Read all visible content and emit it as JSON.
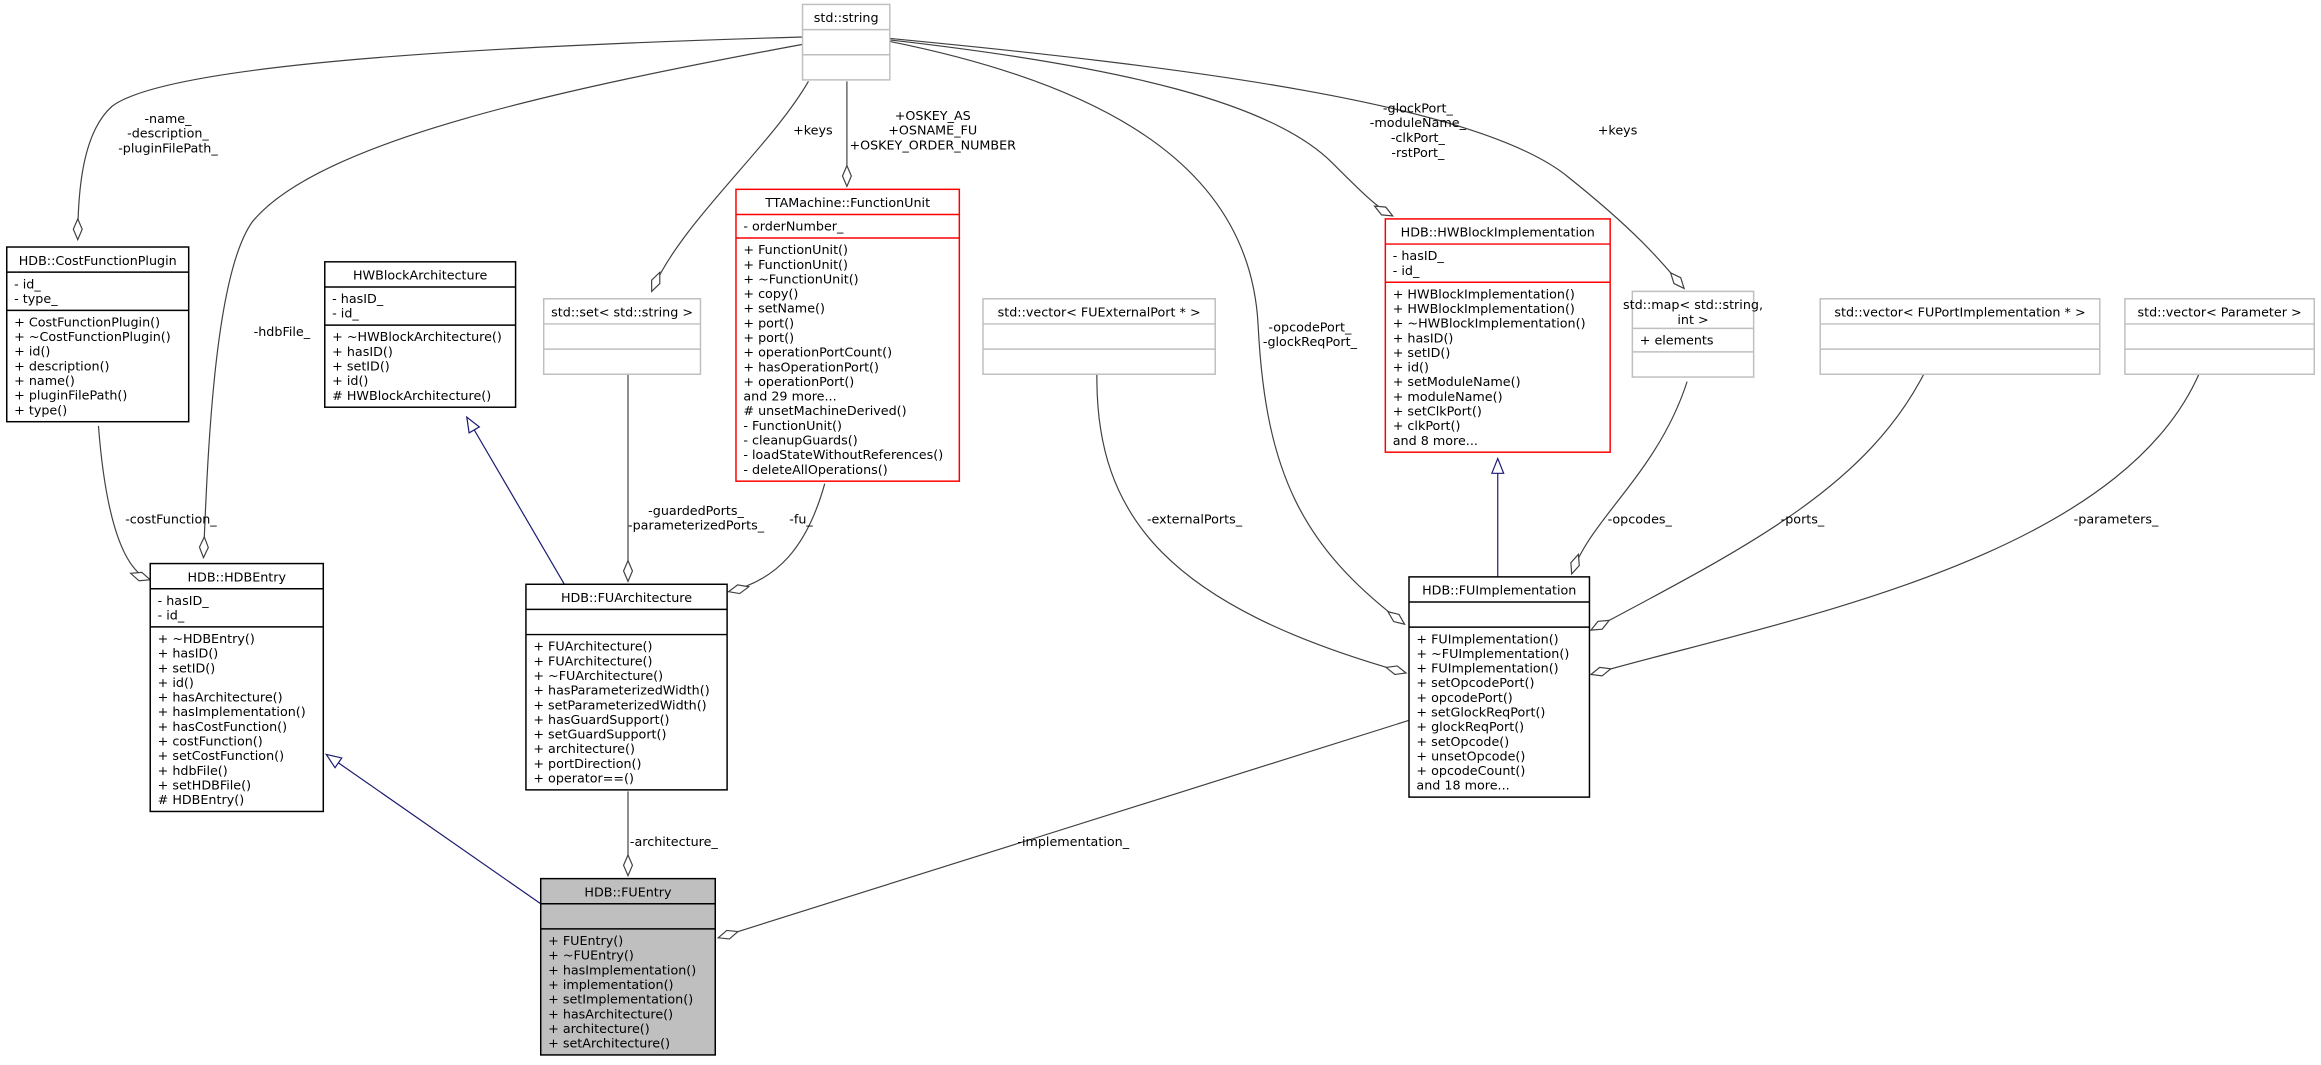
{
  "diagram": {
    "colors": {
      "focus_fill": "#bfbfbf",
      "undocumented_border": "#bfbfbf",
      "truncated_border": "#ff0000",
      "inheritance_edge": "#191970",
      "usage_edge": "#404040"
    },
    "classes": [
      {
        "id": "string",
        "name": "std::string",
        "attributes": [],
        "methods": []
      },
      {
        "id": "costfn",
        "name": "HDB::CostFunctionPlugin",
        "attributes": [
          "- id_",
          "- type_"
        ],
        "methods": [
          "+ CostFunctionPlugin()",
          "+ ~CostFunctionPlugin()",
          "+ id()",
          "+ description()",
          "+ name()",
          "+ pluginFilePath()",
          "+ type()"
        ]
      },
      {
        "id": "hwarch",
        "name": "HWBlockArchitecture",
        "attributes": [
          "- hasID_",
          "- id_"
        ],
        "methods": [
          "+ ~HWBlockArchitecture()",
          "+ hasID()",
          "+ setID()",
          "+ id()",
          "# HWBlockArchitecture()"
        ]
      },
      {
        "id": "set",
        "name": "std::set< std::string >",
        "attributes": [],
        "methods": []
      },
      {
        "id": "fu",
        "name": "TTAMachine::FunctionUnit",
        "attributes": [
          "- orderNumber_"
        ],
        "methods": [
          "+ FunctionUnit()",
          "+ FunctionUnit()",
          "+ ~FunctionUnit()",
          "+ copy()",
          "+ setName()",
          "+ port()",
          "+ port()",
          "+ operationPortCount()",
          "+ hasOperationPort()",
          "+ operationPort()",
          "and 29 more...",
          "# unsetMachineDerived()",
          "- FunctionUnit()",
          "- cleanupGuards()",
          "- loadStateWithoutReferences()",
          "- deleteAllOperations()"
        ]
      },
      {
        "id": "vecext",
        "name": "std::vector< FUExternalPort * >",
        "attributes": [],
        "methods": []
      },
      {
        "id": "hwimpl",
        "name": "HDB::HWBlockImplementation",
        "attributes": [
          "- hasID_",
          "- id_"
        ],
        "methods": [
          "+ HWBlockImplementation()",
          "+ HWBlockImplementation()",
          "+ ~HWBlockImplementation()",
          "+ hasID()",
          "+ setID()",
          "+ id()",
          "+ setModuleName()",
          "+ moduleName()",
          "+ setClkPort()",
          "+ clkPort()",
          "and 8 more..."
        ]
      },
      {
        "id": "map",
        "name": "std::map< std::string,",
        "name2": "int >",
        "attributes": [
          "+ elements"
        ],
        "methods": []
      },
      {
        "id": "vecport",
        "name": "std::vector< FUPortImplementation * >",
        "attributes": [],
        "methods": []
      },
      {
        "id": "vecparam",
        "name": "std::vector< Parameter >",
        "attributes": [],
        "methods": []
      },
      {
        "id": "hdbentry",
        "name": "HDB::HDBEntry",
        "attributes": [
          "- hasID_",
          "- id_"
        ],
        "methods": [
          "+ ~HDBEntry()",
          "+ hasID()",
          "+ setID()",
          "+ id()",
          "+ hasArchitecture()",
          "+ hasImplementation()",
          "+ hasCostFunction()",
          "+ costFunction()",
          "+ setCostFunction()",
          "+ hdbFile()",
          "+ setHDBFile()",
          "# HDBEntry()"
        ]
      },
      {
        "id": "fuarch",
        "name": "HDB::FUArchitecture",
        "attributes": [],
        "methods": [
          "+ FUArchitecture()",
          "+ FUArchitecture()",
          "+ ~FUArchitecture()",
          "+ hasParameterizedWidth()",
          "+ setParameterizedWidth()",
          "+ hasGuardSupport()",
          "+ setGuardSupport()",
          "+ architecture()",
          "+ portDirection()",
          "+ operator==()"
        ]
      },
      {
        "id": "fuimpl",
        "name": "HDB::FUImplementation",
        "attributes": [],
        "methods": [
          "+ FUImplementation()",
          "+ ~FUImplementation()",
          "+ FUImplementation()",
          "+ setOpcodePort()",
          "+ opcodePort()",
          "+ setGlockReqPort()",
          "+ glockReqPort()",
          "+ setOpcode()",
          "+ unsetOpcode()",
          "+ opcodeCount()",
          "and 18 more..."
        ]
      },
      {
        "id": "fuentry",
        "name": "HDB::FUEntry",
        "attributes": [],
        "methods": [
          "+ FUEntry()",
          "+ ~FUEntry()",
          "+ hasImplementation()",
          "+ implementation()",
          "+ setImplementation()",
          "+ hasArchitecture()",
          "+ architecture()",
          "+ setArchitecture()"
        ]
      }
    ],
    "edges": [
      {
        "id": "e-costfn-names",
        "kind": "usage",
        "labels": [
          "-name_",
          "-description_",
          "-pluginFilePath_"
        ]
      },
      {
        "id": "e-hdbfile",
        "kind": "usage",
        "labels": [
          "-hdbFile_"
        ]
      },
      {
        "id": "e-set-keys",
        "kind": "usage",
        "labels": [
          "+keys"
        ]
      },
      {
        "id": "e-fu-keys",
        "kind": "usage",
        "labels": [
          "+OSKEY_AS",
          "+OSNAME_FU",
          "+OSKEY_ORDER_NUMBER"
        ]
      },
      {
        "id": "e-opcodeport",
        "kind": "usage",
        "labels": [
          "-opcodePort_",
          "-glockReqPort_"
        ]
      },
      {
        "id": "e-hwimpl-ports",
        "kind": "usage",
        "labels": [
          "-glockPort_",
          "-moduleName_",
          "-clkPort_",
          "-rstPort_"
        ]
      },
      {
        "id": "e-map-keys",
        "kind": "usage",
        "labels": [
          "+keys"
        ]
      },
      {
        "id": "e-hwarch-inh",
        "kind": "inheritance",
        "labels": []
      },
      {
        "id": "e-guarded",
        "kind": "usage",
        "labels": [
          "-guardedPorts_",
          "-parameterizedPorts_"
        ]
      },
      {
        "id": "e-fu",
        "kind": "usage",
        "labels": [
          "-fu_"
        ]
      },
      {
        "id": "e-costfunction",
        "kind": "usage",
        "labels": [
          "-costFunction_"
        ]
      },
      {
        "id": "e-hdbentry-inh",
        "kind": "inheritance",
        "labels": []
      },
      {
        "id": "e-architecture",
        "kind": "usage",
        "labels": [
          "-architecture_"
        ]
      },
      {
        "id": "e-implementation",
        "kind": "usage",
        "labels": [
          "-implementation_"
        ]
      },
      {
        "id": "e-externalports",
        "kind": "usage",
        "labels": [
          "-externalPorts_"
        ]
      },
      {
        "id": "e-hwimpl-inh",
        "kind": "inheritance",
        "labels": []
      },
      {
        "id": "e-opcodes",
        "kind": "usage",
        "labels": [
          "-opcodes_"
        ]
      },
      {
        "id": "e-ports",
        "kind": "usage",
        "labels": [
          "-ports_"
        ]
      },
      {
        "id": "e-parameters",
        "kind": "usage",
        "labels": [
          "-parameters_"
        ]
      }
    ]
  }
}
